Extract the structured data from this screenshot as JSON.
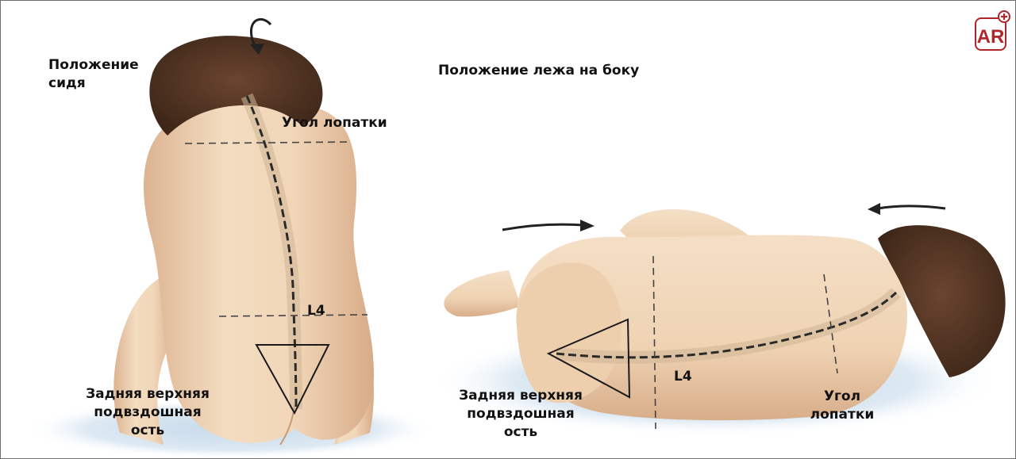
{
  "labels": {
    "sitting_title": [
      "Положение",
      "сидя"
    ],
    "lying_title": "Положение лежа на боку",
    "scapula_angle_sitting": "Угол лопатки",
    "l4_sitting": "L4",
    "iliac_spine_sitting": [
      "Задняя верхняя",
      "подвздошная",
      "ость"
    ],
    "iliac_spine_lying": [
      "Задняя верхняя",
      "подвздошная",
      "ость"
    ],
    "l4_lying": "L4",
    "scapula_angle_lying": [
      "Угол",
      "лопатки"
    ]
  },
  "logo": {
    "text": "AR",
    "color": "#b0262a"
  },
  "colors": {
    "skin": "#f1d6b8",
    "skin_shadow": "#dcb391",
    "hair": "#5a3a24",
    "sheet": "#cfe0ef",
    "spine": "#cdb594",
    "markup_line": "#333333"
  }
}
